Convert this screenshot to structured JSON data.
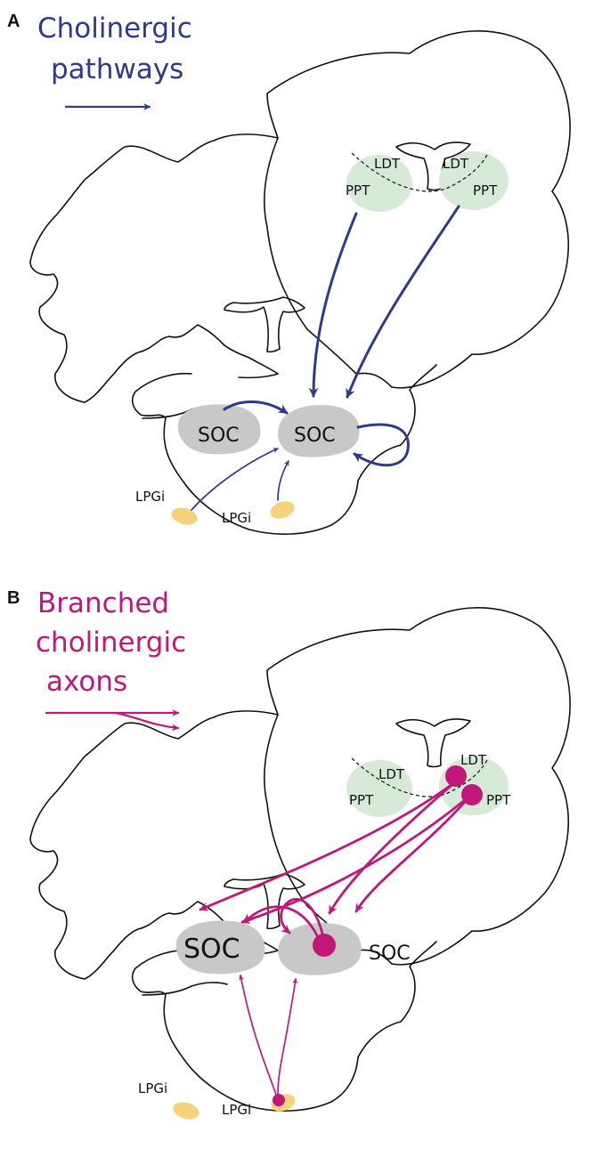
{
  "panel_a": {
    "letter": "A",
    "title_line1": "Cholinergic",
    "title_line2": "pathways",
    "labels": {
      "ldt_left": "LDT",
      "ldt_right": "LDT",
      "ppt_left": "PPT",
      "ppt_right": "PPT",
      "soc_left": "SOC",
      "soc_right": "SOC",
      "lpgi_left": "LPGi",
      "lpgi_right": "LPGi"
    }
  },
  "panel_b": {
    "letter": "B",
    "title_line1": "Branched",
    "title_line2": "cholinergic",
    "title_line3": "axons",
    "labels": {
      "ldt_left": "LDT",
      "ldt_right": "LDT",
      "ppt_left": "PPT",
      "ppt_right": "PPT",
      "soc_left": "SOC",
      "soc_right": "SOC",
      "lpgi_left": "LPGi",
      "lpgi_right": "LPGi"
    }
  },
  "colors": {
    "cholinergic_blue": "#2e3a8c",
    "branched_magenta": "#c0187a",
    "pontine_nucleus_green": "#d7ead8",
    "soc_gray": "#c8c8c8",
    "lpgi_yellow": "#f6d37a"
  }
}
